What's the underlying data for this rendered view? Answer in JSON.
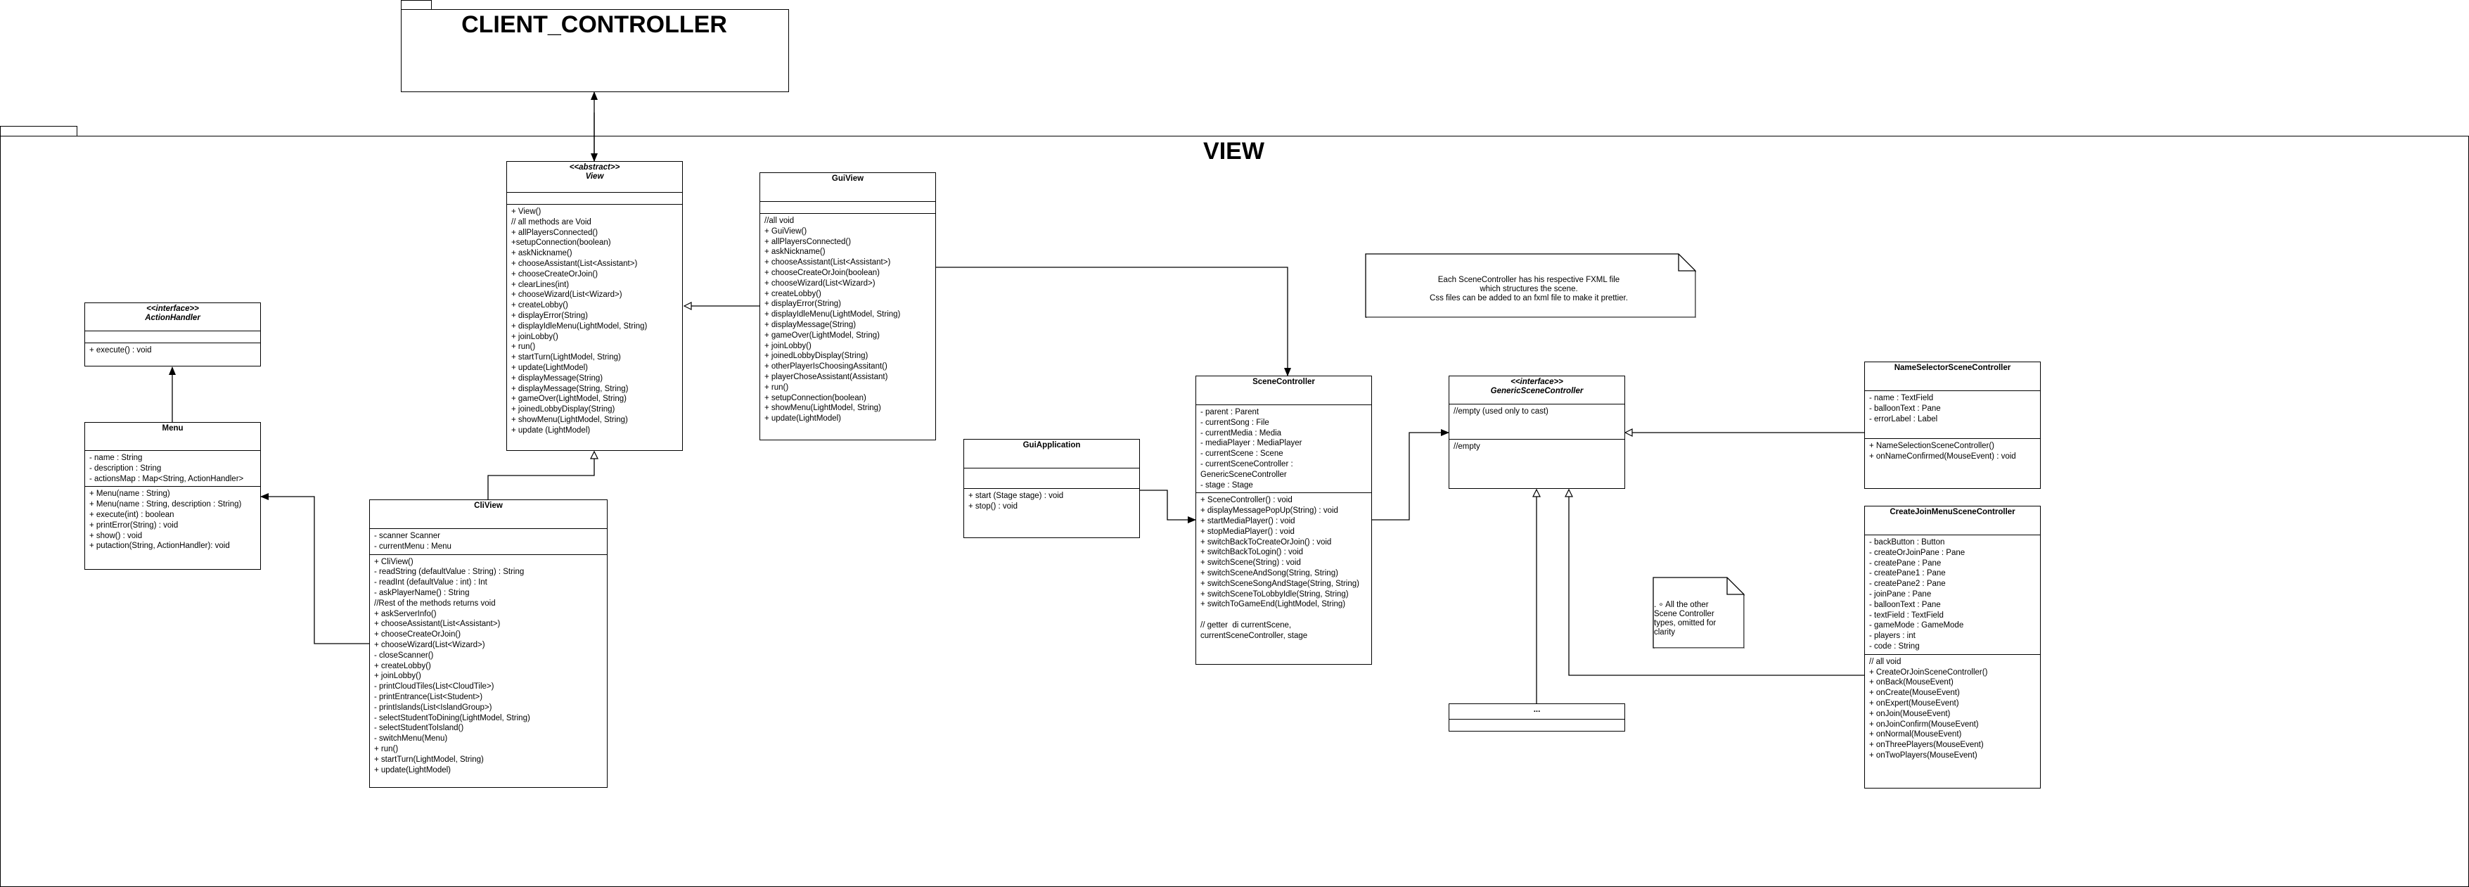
{
  "packages": {
    "client_controller": {
      "title": "CLIENT_CONTROLLER"
    },
    "view": {
      "title": "VIEW"
    }
  },
  "classes": {
    "view": {
      "stereotype": "<<abstract>>",
      "name": "View",
      "attributes": [],
      "methods": [
        "+ View()",
        "// all methods are Void",
        "+ allPlayersConnected()",
        "+setupConnection(boolean)",
        "+ askNickname()",
        "+ chooseAssistant(List<Assistant>)",
        "+ chooseCreateOrJoin()",
        "+ clearLines(int)",
        "+ chooseWizard(List<Wizard>)",
        "+ createLobby()",
        "+ displayError(String)",
        "+ displayIdleMenu(LightModel, String)",
        "+ joinLobby()",
        "+ run()",
        "+ startTurn(LightModel, String)",
        "+ update(LightModel)",
        "+ displayMessage(String)",
        "+ displayMessage(String, String)",
        "+ gameOver(LightModel, String)",
        "+ joinedLobbyDisplay(String)",
        "+ showMenu(LightModel, String)",
        "+ update (LightModel)"
      ]
    },
    "gui_view": {
      "name": "GuiView",
      "attributes": [],
      "methods": [
        "//all void",
        "+ GuiView()",
        "+ allPlayersConnected()",
        "+ askNickname()",
        "+ chooseAssistant(List<Assistant>)",
        "+ chooseCreateOrJoin(boolean)",
        "+ chooseWizard(List<Wizard>)",
        "+ createLobby()",
        "+ displayError(String)",
        "+ displayIdleMenu(LightModel, String)",
        "+ displayMessage(String)",
        "+ gameOver(LightModel, String)",
        "+ joinLobby()",
        "+ joinedLobbyDisplay(String)",
        "+ otherPlayerIsChoosingAssitant()",
        "+ playerChoseAssistant(Assistant)",
        "+ run()",
        "+ setupConnection(boolean)",
        "+ showMenu(LightModel, String)",
        "+ update(LightModel)"
      ]
    },
    "action_handler": {
      "stereotype": "<<interface>>",
      "name": "ActionHandler",
      "attributes": [],
      "methods": [
        "+ execute() : void"
      ]
    },
    "menu": {
      "name": "Menu",
      "attributes": [
        "- name : String",
        "- description : String",
        "- actionsMap : Map<String, ActionHandler>"
      ],
      "methods": [
        "+ Menu(name : String)",
        "+ Menu(name : String, description : String)",
        "+ execute(int) : boolean",
        "+ printError(String) : void",
        "+ show() : void",
        "+ putaction(String, ActionHandler): void"
      ]
    },
    "cli_view": {
      "name": "CliView",
      "attributes": [
        "- scanner Scanner",
        "- currentMenu : Menu"
      ],
      "methods": [
        "+ CliView()",
        "- readString (defaultValue : String) : String",
        "- readInt (defaultValue : int) : Int",
        "- askPlayerName() : String",
        "//Rest of the methods returns void",
        "+ askServerInfo()",
        "+ chooseAssistant(List<Assistant>)",
        "+ chooseCreateOrJoin()",
        "+ chooseWizard(List<Wizard>)",
        "- closeScanner()",
        "+ createLobby()",
        "+ joinLobby()",
        "- printCloudTiles(List<CloudTile>)",
        "- printEntrance(List<Student>)",
        "- printIslands(List<IslandGroup>)",
        "- selectStudentToDining(LightModel, String)",
        "- selectStudentToIsland()",
        "- switchMenu(Menu)",
        "+ run()",
        "+ startTurn(LightModel, String)",
        "+ update(LightModel)"
      ]
    },
    "gui_application": {
      "name": "GuiApplication",
      "attributes": [],
      "methods": [
        "+ start (Stage stage) : void",
        "+ stop() : void"
      ]
    },
    "scene_controller": {
      "name": "SceneController",
      "attributes": [
        "- parent : Parent",
        "- currentSong : File",
        "- currentMedia : Media",
        "- mediaPlayer : MediaPlayer",
        "- currentScene : Scene",
        "- currentSceneController :",
        "GenericSceneController",
        "- stage : Stage"
      ],
      "methods": [
        "+ SceneController() : void",
        "+ displayMessagePopUp(String) : void",
        "+ startMediaPlayer() : void",
        "+ stopMediaPlayer() : void",
        "+ switchBackToCreateOrJoin() : void",
        "+ switchBackToLogin() : void",
        "+ switchScene(String) : void",
        "+ switchSceneAndSong(String, String)",
        "+ switchSceneSongAndStage(String, String)",
        "+ switchSceneToLobbyIdle(String, String)",
        "+ switchToGameEnd(LightModel, String)",
        "",
        "// getter  di currentScene,",
        "currentSceneController, stage"
      ]
    },
    "generic_scene_controller": {
      "stereotype": "<<interface>>",
      "name": "GenericSceneController",
      "attributes": [
        "//empty (used only to cast)"
      ],
      "methods": [
        "//empty"
      ]
    },
    "name_selector": {
      "name": "NameSelectorSceneController",
      "attributes": [
        "- name : TextField",
        "- balloonText : Pane",
        "- errorLabel : Label"
      ],
      "methods": [
        "+ NameSelectionSceneController()",
        "+ onNameConfirmed(MouseEvent) : void"
      ]
    },
    "create_join": {
      "name": "CreateJoinMenuSceneController",
      "attributes": [
        "- backButton : Button",
        "- createOrJoinPane : Pane",
        "- createPane : Pane",
        "- createPane1 : Pane",
        "- createPane2 : Pane",
        "- joinPane : Pane",
        "- balloonText : Pane",
        "- textField : TextField",
        "- gameMode : GameMode",
        "- players : int",
        "- code : String"
      ],
      "methods": [
        "// all void",
        "+ CreateOrJoinSceneController()",
        "+ onBack(MouseEvent)",
        "+ onCreate(MouseEvent)",
        "+ onExpert(MouseEvent)",
        "+ onJoin(MouseEvent)",
        "+ onJoinConfirm(MouseEvent)",
        "+ onNormal(MouseEvent)",
        "+ onThreePlayers(MouseEvent)",
        "+ onTwoPlayers(MouseEvent)"
      ]
    },
    "other_controllers": {
      "name": "...",
      "attributes": [],
      "methods": []
    }
  },
  "notes": {
    "fxml": [
      "Each SceneController has his respective FXML file",
      "which structures the scene.",
      "Css files can be added to an fxml file to make it prettier."
    ],
    "omitted": [
      ". ∘ All the other",
      "Scene Controller",
      "types, omitted for",
      "clarity"
    ]
  }
}
